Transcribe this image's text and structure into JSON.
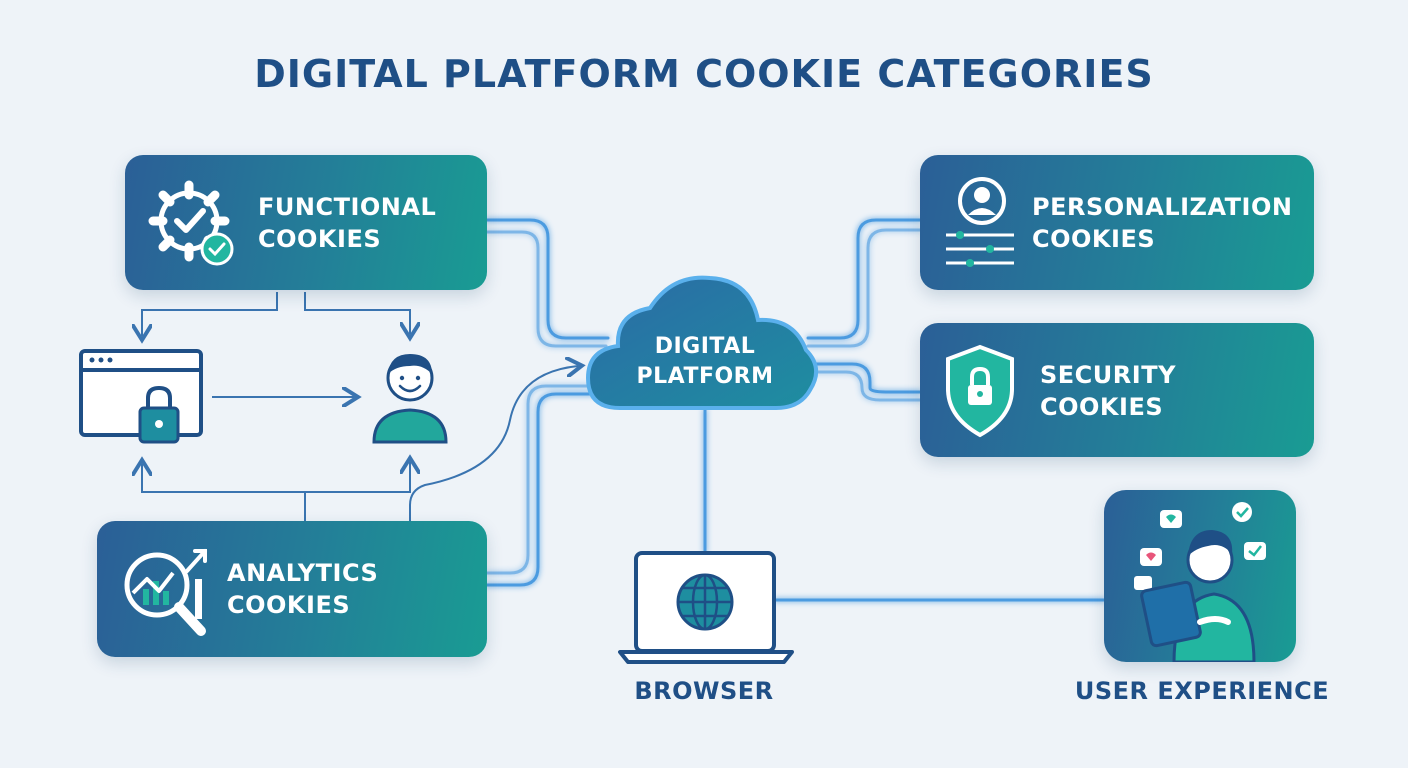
{
  "title": "DIGITAL PLATFORM COOKIE CATEGORIES",
  "center": {
    "line1": "DIGITAL",
    "line2": "PLATFORM"
  },
  "cards": {
    "functional": {
      "line1": "FUNCTIONAL",
      "line2": "COOKIES",
      "icon": "gear-check-icon"
    },
    "analytics": {
      "line1": "ANALYTICS",
      "line2": "COOKIES",
      "icon": "magnifier-chart-icon"
    },
    "personalization": {
      "line1": "PERSONALIZATION",
      "line2": "COOKIES",
      "icon": "user-sliders-icon"
    },
    "security": {
      "line1": "SECURITY",
      "line2": "COOKIES",
      "icon": "shield-lock-icon"
    }
  },
  "browser": {
    "label": "BROWSER",
    "icon": "laptop-globe-icon"
  },
  "user_experience": {
    "label": "USER EXPERIENCE",
    "icon": "person-tablet-icon"
  },
  "inner_icons": {
    "locked_window": "browser-lock-icon",
    "user": "user-avatar-icon"
  },
  "colors": {
    "title": "#1f4f86",
    "card_start": "#2b5f97",
    "card_end": "#199c93",
    "connector": "#3f8fd6",
    "background": "#eef3f8"
  }
}
